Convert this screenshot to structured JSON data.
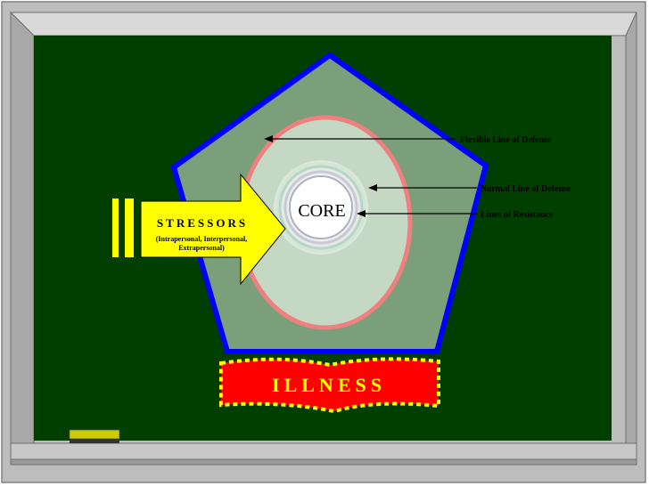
{
  "diagram": {
    "core_label": "CORE",
    "stressors": {
      "title": "STRESSORS",
      "subtitle_line1": "(Intrapersonal, Interpersonal,",
      "subtitle_line2": "Extrapersonal)"
    },
    "labels": {
      "flexible": "Flexible Line of Defense",
      "normal": "Normal Line of Defense",
      "resistance": "Lines of Resistance"
    },
    "illness_label": "ILLNESS"
  },
  "colors": {
    "chalkboard": "#003f00",
    "frame": "#c0c0c0",
    "pentagon_fill": "#7a9f7a",
    "pentagon_border": "#0000ff",
    "flexible_ring": "#f08080",
    "rings_fill": "#c4d8c4",
    "core_fill": "#ffffff",
    "arrow_fill": "#ffff00",
    "illness_fill": "#ff0000",
    "illness_text": "#ffff00",
    "eraser": "#cccc00"
  }
}
